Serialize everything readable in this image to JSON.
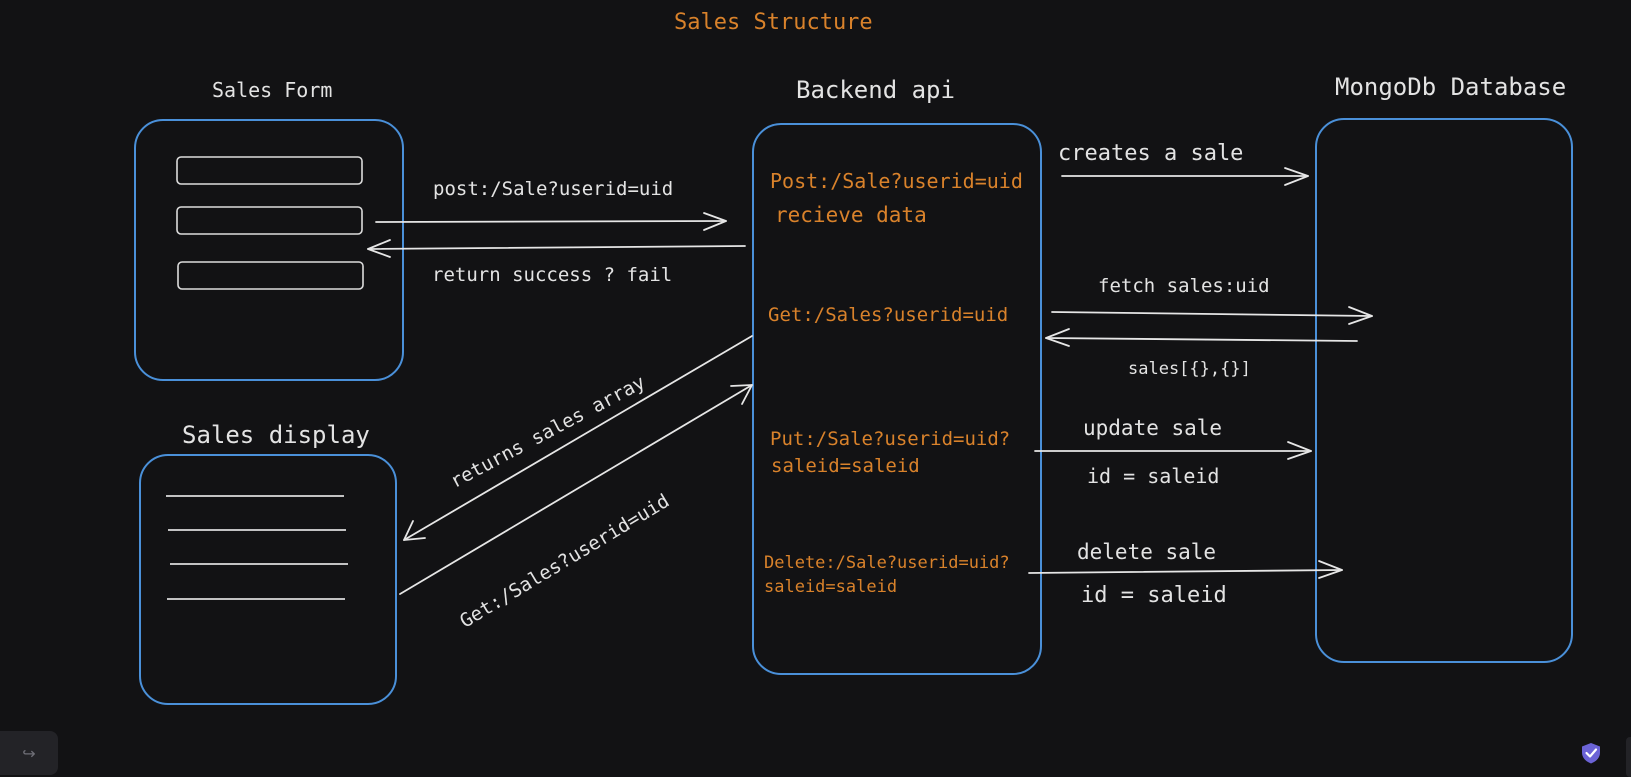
{
  "title": "Sales Structure",
  "boxes": {
    "sales_form": "Sales Form",
    "sales_display": "Sales display",
    "backend": "Backend api",
    "database": "MongoDb Database"
  },
  "endpoints": {
    "post": "Post:/Sale?userid=uid",
    "post_note": "recieve data",
    "get": "Get:/Sales?userid=uid",
    "put_line1": "Put:/Sale?userid=uid?",
    "put_line2": "saleid=saleid",
    "delete_line1": "Delete:/Sale?userid=uid?",
    "delete_line2": "saleid=saleid"
  },
  "arrow_labels": {
    "form_post": "post:/Sale?userid=uid",
    "form_return": "return success ? fail",
    "returns_array": "returns sales array",
    "display_get": "Get:/Sales?userid=uid",
    "creates_sale": "creates a sale",
    "fetch_sales": "fetch sales:uid",
    "sales_result": "sales[{},{}]",
    "update_sale": "update sale",
    "update_id": "id = saleid",
    "delete_sale": "delete sale",
    "delete_id": "id = saleid"
  },
  "controls": {
    "share_icon": "↪"
  },
  "colors": {
    "background": "#121214",
    "box_stroke": "#4a90d9",
    "arrow_stroke": "#e6e6e6",
    "accent_text": "#d9822b"
  }
}
